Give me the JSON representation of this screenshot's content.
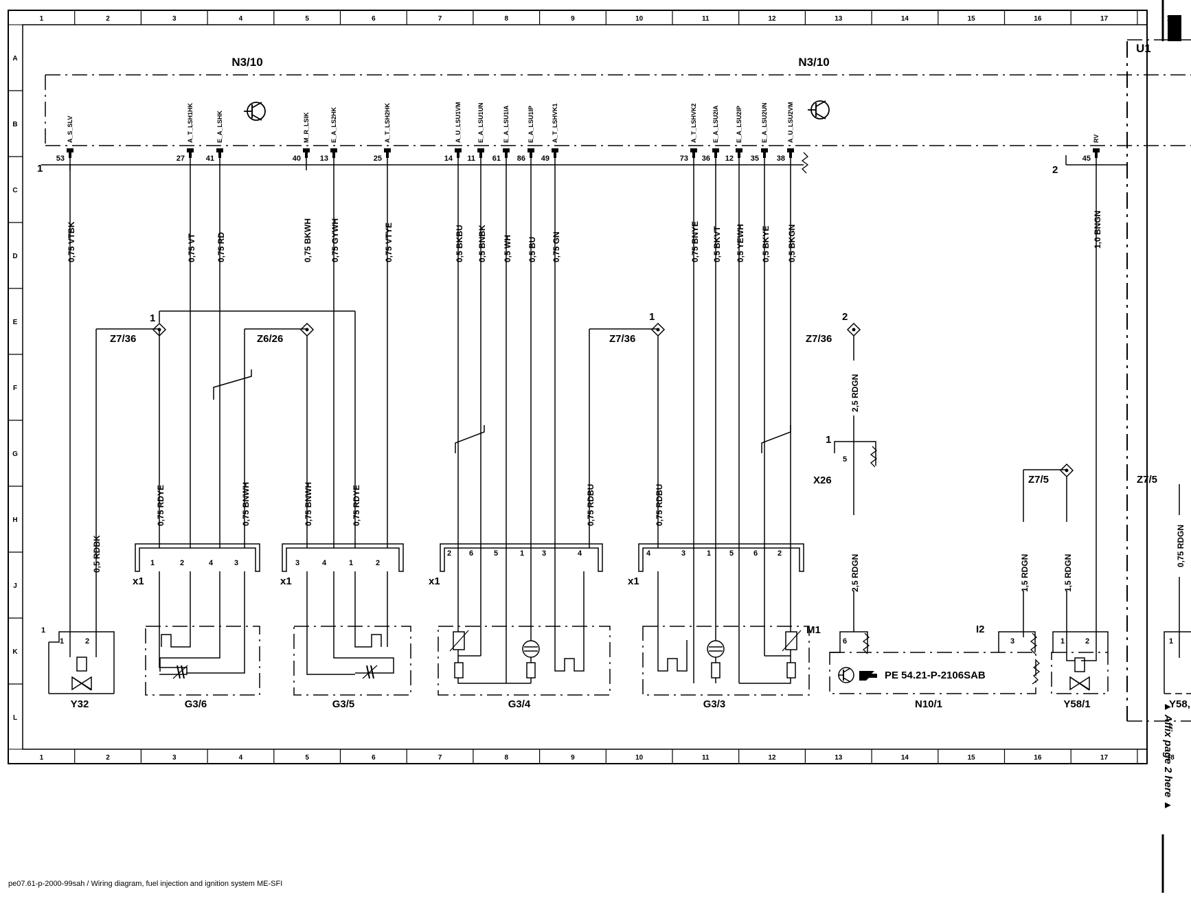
{
  "grid": {
    "columns": [
      "1",
      "2",
      "3",
      "4",
      "5",
      "6",
      "7",
      "8",
      "9",
      "10",
      "11",
      "12",
      "13",
      "14",
      "15",
      "16",
      "17",
      "18"
    ],
    "rows": [
      "A",
      "B",
      "C",
      "D",
      "E",
      "F",
      "G",
      "H",
      "J",
      "K",
      "L"
    ]
  },
  "units": {
    "n3_10": "N3/10",
    "u1": "U1"
  },
  "connector_ids": {
    "c1": "1",
    "c2": "2"
  },
  "ecu_pins": [
    {
      "signal": "A_S_SLV",
      "pin": "53",
      "wire": "0,75 VTBK"
    },
    {
      "signal": "A_T_LSH1HK",
      "pin": "27",
      "wire": "0,75 VT"
    },
    {
      "signal": "E_A_LSHK",
      "pin": "41",
      "wire": "0,75 RD"
    },
    {
      "signal": "M_R_LSIK",
      "pin": "40",
      "wire": "0,75 BKWH"
    },
    {
      "signal": "E_A_LS2HK",
      "pin": "13",
      "wire": "0,75 GYWH"
    },
    {
      "signal": "A_T_LSH2HK",
      "pin": "25",
      "wire": "0,75 VTYE"
    },
    {
      "signal": "A_U_LSU1VM",
      "pin": "14",
      "wire": "0,5 BKBU"
    },
    {
      "signal": "E_A_LSU1UN",
      "pin": "11",
      "wire": "0,5 BNBK"
    },
    {
      "signal": "E_A_LSU1IA",
      "pin": "61",
      "wire": "0,5 WH"
    },
    {
      "signal": "E_A_LSU1IP",
      "pin": "86",
      "wire": "0,5 BU"
    },
    {
      "signal": "A_T_LSHVK1",
      "pin": "49",
      "wire": "0,75 GN"
    },
    {
      "signal": "A_T_LSHVK2",
      "pin": "73",
      "wire": "0,75 BNYE"
    },
    {
      "signal": "E_A_LSU2IA",
      "pin": "36",
      "wire": "0,5 BKVT"
    },
    {
      "signal": "E_A_LSU2IP",
      "pin": "12",
      "wire": "0,5 YEWH"
    },
    {
      "signal": "E_A_LSU2UN",
      "pin": "35",
      "wire": "0,5 BKYE"
    },
    {
      "signal": "A_U_LSU2VM",
      "pin": "38",
      "wire": "0,5 BKGN"
    },
    {
      "signal": "RV",
      "pin": "45",
      "wire": "1,0 BNGN"
    }
  ],
  "splices": {
    "z7_36": "Z7/36",
    "z6_26": "Z6/26",
    "z7_5": "Z7/5",
    "id_1": "1",
    "id_2": "2"
  },
  "lower_wires": {
    "rdbk": "0,5 RDBK",
    "rdye": "0,75 RDYE",
    "bnwh": "0,75 BNWH",
    "rdbu": "0,75 RDBU",
    "rdgn25": "2,5 RDGN",
    "rdgn15": "1,5 RDGN",
    "rdgn075": "0,75 RDGN"
  },
  "x1_connectors": {
    "label": "x1",
    "g36_pins": [
      "1",
      "2",
      "4",
      "3"
    ],
    "g35_pins": [
      "3",
      "4",
      "1",
      "2"
    ],
    "g34_pins": [
      "2",
      "6",
      "5",
      "1",
      "3",
      "4"
    ],
    "g33_pins": [
      "4",
      "3",
      "1",
      "5",
      "6",
      "2"
    ]
  },
  "x26": {
    "label": "X26",
    "pin": "5",
    "id": "1"
  },
  "components": {
    "y32": "Y32",
    "g3_6": "G3/6",
    "g3_5": "G3/5",
    "g3_4": "G3/4",
    "g3_3": "G3/3",
    "n10_1": "N10/1",
    "y58_1": "Y58/1",
    "y58_partial": "Y58,",
    "m1": "M1",
    "i2": "I2",
    "pe_ref": "PE 54.21-P-2106SAB"
  },
  "component_pins": {
    "y32": [
      "1",
      "2"
    ],
    "y58_1": [
      "1",
      "2"
    ],
    "n10_1_left": "6",
    "n10_1_right": "3",
    "y58_partial": "1",
    "comp_id": "1"
  },
  "sidebar": {
    "affix_text": "▲ Affix page 2 here ▲"
  },
  "footer": {
    "caption": "pe07.61-p-2000-99sah / Wiring diagram, fuel injection and ignition system ME-SFI"
  }
}
